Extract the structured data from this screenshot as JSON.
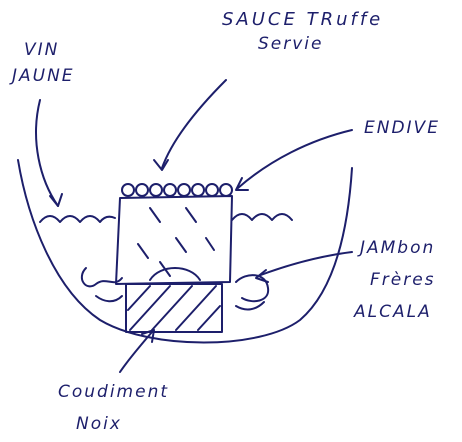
{
  "labels": {
    "sauce": [
      "SAUCE TRuffe",
      "Servie"
    ],
    "vin": [
      "VIN",
      "JAUNE"
    ],
    "endive": "ENDIVE",
    "jambon": [
      "JAMbon",
      "Frères",
      "ALCALA"
    ],
    "condiment": [
      "Coudiment",
      "Noix"
    ]
  },
  "colors": {
    "ink": "#1d1f6b",
    "paper": "#ffffff"
  }
}
